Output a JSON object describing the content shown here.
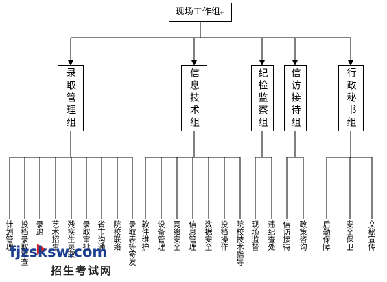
{
  "title": "现场工作组",
  "groups": [
    {
      "label": "录取管理组",
      "leaves": [
        "计划管理",
        "投档录取审查",
        "录退",
        "艺术招生",
        "残疾生录取",
        "录取审批",
        "省市沟通",
        "院校联络",
        "录取表等寄发"
      ]
    },
    {
      "label": "信息技术组",
      "leaves": [
        "软件维护",
        "设备管理",
        "网络安全",
        "信息管理",
        "数据安全",
        "投档操作",
        "院校技术指导"
      ]
    },
    {
      "label": "纪检监察组",
      "leaves": [
        "现场监督",
        "违纪查处"
      ]
    },
    {
      "label": "信访接待组",
      "leaves": [
        "信访接待",
        "政策咨询"
      ]
    },
    {
      "label": "行政秘书组",
      "leaves": [
        "后勤保障",
        "安全保卫",
        "文秘宣传"
      ]
    }
  ],
  "paragraph_mark": "↵",
  "watermark": {
    "site": "fjzsksw.com",
    "subtitle": "招生考试网",
    "logo": "logo-icon"
  }
}
